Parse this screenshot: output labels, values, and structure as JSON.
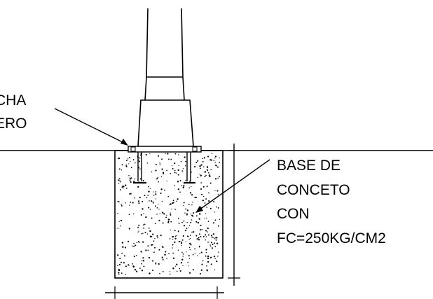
{
  "labels": {
    "plate_line1": "CHA",
    "plate_line2": "ERO",
    "base_line1": "BASE DE",
    "base_line2": "CONCETO",
    "base_line3": "CON",
    "base_line4": "FC=250KG/CM2"
  },
  "colors": {
    "line": "#000000",
    "background": "#ffffff"
  }
}
